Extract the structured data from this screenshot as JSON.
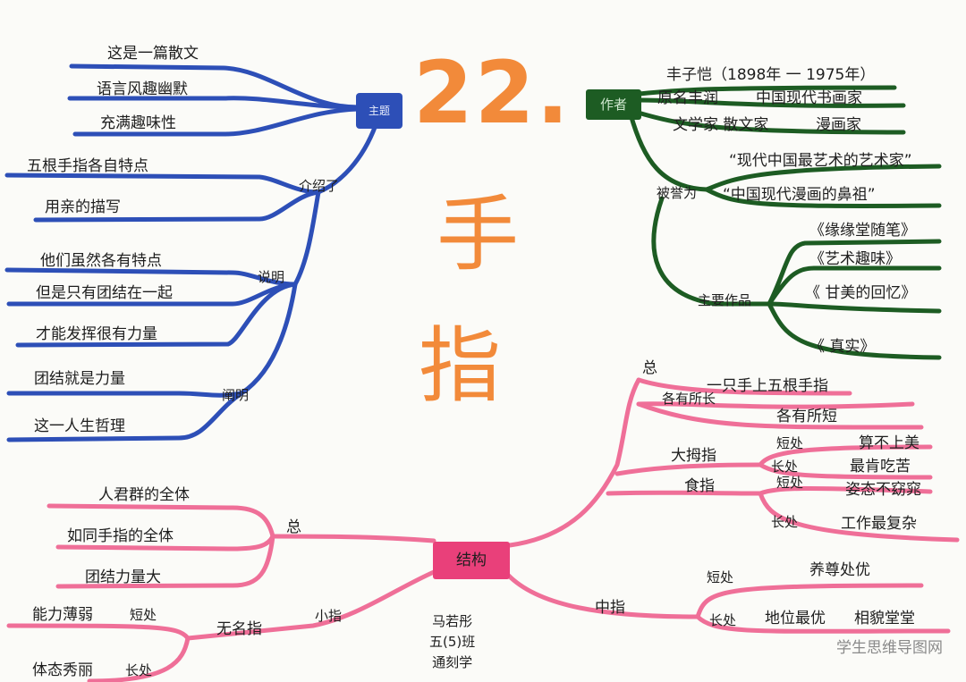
{
  "title": {
    "number": "22.",
    "char1": "手",
    "char2": "指"
  },
  "colors": {
    "blue": "#2d4fb7",
    "green": "#1d5c23",
    "pink": "#ef6f98",
    "orange": "#f28a3a"
  },
  "blue": {
    "center": "主题",
    "items": [
      "这是一篇散文",
      "语言风趣幽默",
      "充满趣味性"
    ],
    "intro_label": "介绍了",
    "intro": [
      "五根手指各自特点",
      "用亲的描写"
    ],
    "explain_label": "说明",
    "explain": [
      "他们虽然各有特点",
      "但是只有团结在一起",
      "才能发挥很有力量"
    ],
    "clarify_label": "阐明",
    "clarify": [
      "团结就是力量",
      "这一人生哲理"
    ]
  },
  "green": {
    "center": "作者",
    "author": "丰子恺（1898年 一 1975年）",
    "orig_name": "原名丰润",
    "orig_desc": "中国现代书画家",
    "roles": "文学家 散文家",
    "painter": "漫画家",
    "honor_label": "被誉为",
    "honors": [
      "“现代中国最艺术的艺术家”",
      "“中国现代漫画的鼻祖”"
    ],
    "works_label": "主要作品",
    "works": [
      "《缘缘堂随笔》",
      "《艺术趣味》",
      "《 甘美的回忆》",
      "《        真实》"
    ]
  },
  "pink": {
    "center": "结构",
    "zong_top": "总",
    "zong_a": "一只手上五根手指",
    "zong_b_label": "各有所长",
    "zong_b": "各有所短",
    "thumb": "大拇指",
    "thumb_short_label": "短处",
    "thumb_short": "算不上美",
    "thumb_long_label": "长处",
    "thumb_long": "最肯吃苦",
    "index": "食指",
    "index_short_label": "短处",
    "index_short": "姿态不窈窕",
    "index_long_label": "长处",
    "index_long": "工作最复杂",
    "middle": "中指",
    "middle_short_label": "短处",
    "middle_short": "养尊处优",
    "middle_long_label": "长处",
    "middle_long": "地位最优",
    "middle_long2": "相貌堂堂",
    "zong_left": "总",
    "left_items": [
      "人君群的全体",
      "如同手指的全体",
      "团结力量大"
    ],
    "little": "小指",
    "ring": "无名指",
    "ring_short": "能力薄弱",
    "ring_short_label": "短处",
    "ring_long": "体态秀丽",
    "ring_long_label": "长处"
  },
  "signature": [
    "马若彤",
    "五(5)班",
    "通刻学"
  ],
  "watermark": "学生思维导图网"
}
